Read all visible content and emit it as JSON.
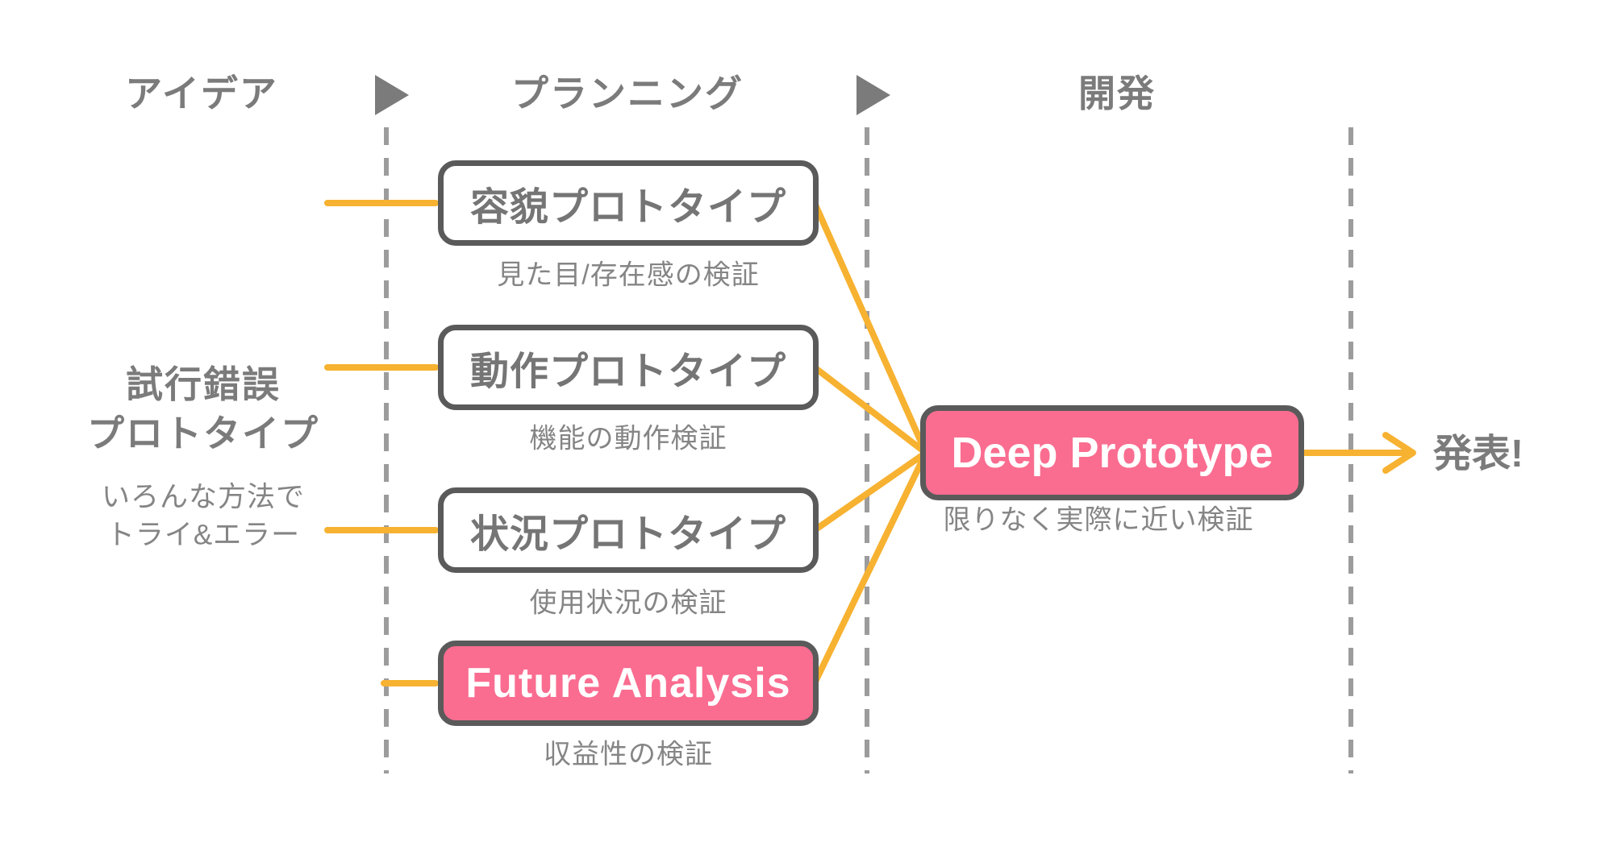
{
  "colors": {
    "accent_yellow": "#f7b231",
    "pink": "#fa6d90",
    "box_border_gray": "#5a5a5a",
    "heading_gray": "#7b7b7b",
    "caption_gray": "#858585",
    "divider_gray": "#9c9c9c"
  },
  "phases": [
    {
      "label": "アイデア"
    },
    {
      "label": "プランニング"
    },
    {
      "label": "開発"
    }
  ],
  "left_note": {
    "title": [
      "試行錯誤",
      "プロトタイプ"
    ],
    "subtitle": [
      "いろんな方法で",
      "トライ&エラー"
    ]
  },
  "prototypes": [
    {
      "label": "容貌プロトタイプ",
      "caption": "見た目/存在感の検証",
      "variant": "outline"
    },
    {
      "label": "動作プロトタイプ",
      "caption": "機能の動作検証",
      "variant": "outline"
    },
    {
      "label": "状況プロトタイプ",
      "caption": "使用状況の検証",
      "variant": "outline"
    },
    {
      "label": "Future Analysis",
      "caption": "収益性の検証",
      "variant": "pink"
    }
  ],
  "deep_prototype": {
    "label": "Deep Prototype",
    "caption": "限りなく実際に近い検証"
  },
  "outcome": {
    "label": "発表!"
  }
}
